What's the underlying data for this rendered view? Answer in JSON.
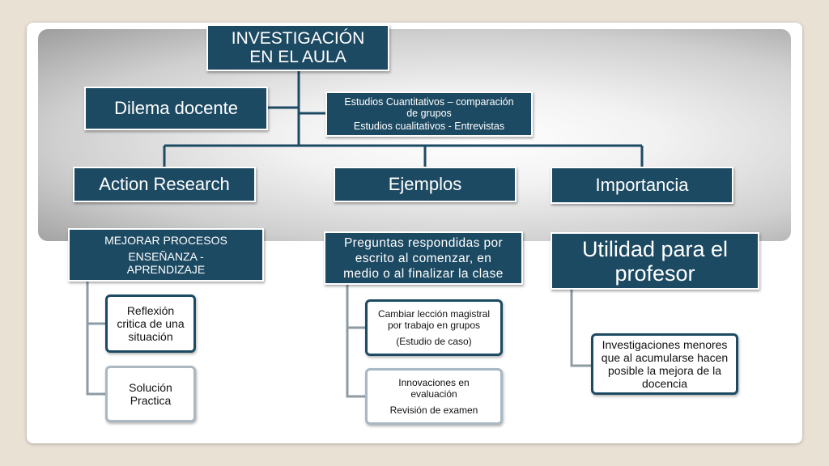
{
  "diagram": {
    "root": [
      "INVESTIGACIÓN",
      "EN EL AULA"
    ],
    "dilema": "Dilema docente",
    "estudios": [
      "Estudios Cuantitativos – comparación",
      "de grupos",
      "Estudios  cualitativos - Entrevistas"
    ],
    "branches": [
      "Action Research",
      "Ejemplos",
      "Importancia"
    ],
    "action_research": {
      "header": [
        "MEJORAR PROCESOS",
        "ENSEÑANZA -",
        "APRENDIZAJE"
      ],
      "children": [
        [
          "Reflexión",
          "critica de una",
          "situación"
        ],
        [
          "Solución",
          "Practica"
        ]
      ]
    },
    "ejemplos": {
      "header": [
        "Preguntas respondidas por",
        "escrito al comenzar, en",
        "medio o al finalizar la clase"
      ],
      "children": [
        [
          "Cambiar lección magistral",
          "por trabajo en grupos",
          "(Estudio de caso)"
        ],
        [
          "Innovaciones en",
          "evaluación",
          "Revisión de examen"
        ]
      ]
    },
    "importancia": {
      "header": [
        "Utilidad para el",
        "profesor"
      ],
      "children": [
        [
          "Investigaciones menores",
          "que al acumularse hacen",
          "posible la mejora de la",
          "docencia"
        ]
      ]
    },
    "colors": {
      "dark_box": "#1d4a63",
      "background": "#e8e1d4",
      "connector": "#1d4a63"
    }
  }
}
